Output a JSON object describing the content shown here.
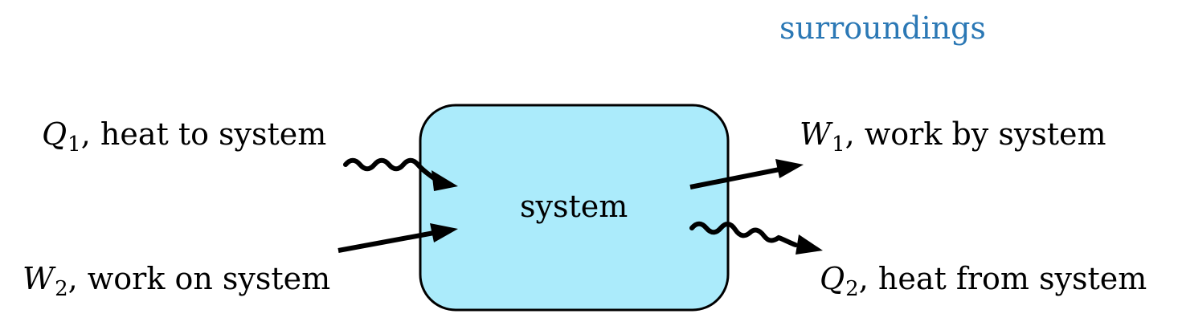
{
  "surroundings_label": "surroundings",
  "system_label": "system",
  "flows": {
    "q1": {
      "symbol": "Q",
      "subscript": "1",
      "text": ", heat to system"
    },
    "w2": {
      "symbol": "W",
      "subscript": "2",
      "text": ", work on system"
    },
    "w1": {
      "symbol": "W",
      "subscript": "1",
      "text": ", work by system"
    },
    "q2": {
      "symbol": "Q",
      "subscript": "2",
      "text": ", heat from system"
    }
  },
  "colors": {
    "system_fill": "#abebfb",
    "outline": "#000000",
    "surroundings_text": "#2b78b5"
  }
}
